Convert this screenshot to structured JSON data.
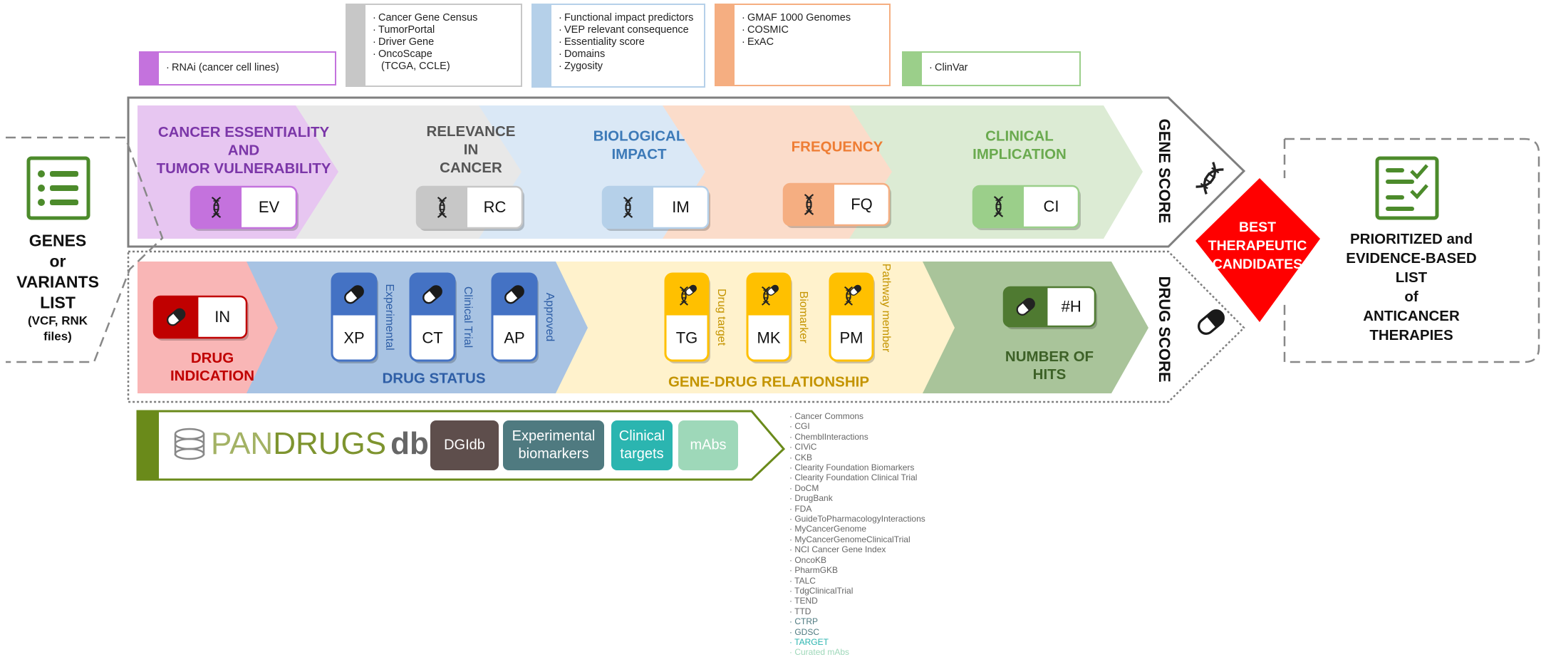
{
  "colors": {
    "ev": "#c472dd",
    "ev_bg": "#e7c6f1",
    "ev_text": "#7b36a8",
    "rc": "#c7c7c7",
    "rc_bg": "#e8e8e8",
    "rc_text": "#555555",
    "im": "#b5d0e9",
    "im_bg": "#dae8f6",
    "im_text": "#3d7ab8",
    "fq": "#f5ae81",
    "fq_bg": "#fbdcca",
    "fq_text": "#ee7d34",
    "ci": "#9bcf8a",
    "ci_bg": "#dcebd4",
    "ci_text": "#6aaa4f",
    "in_bg": "#f9b6b6",
    "in_dark": "#c00000",
    "status_bg": "#a8c3e3",
    "status_blue": "#4472c4",
    "status_text": "#2e5ea6",
    "gene_drug_bg": "#fff2cc",
    "gene_drug_yellow": "#ffc000",
    "gene_drug_text": "#c49400",
    "hits_bg": "#a9c49a",
    "hits_dark": "#4f7a31",
    "hits_text": "#3d6127",
    "best_red": "#ff0000",
    "pandrugs_green": "#6a8a1a",
    "dgidb": "#5e4e4c",
    "experimental": "#4f7a80",
    "clinical": "#2bb5b0",
    "mabs": "#9ed8b9"
  },
  "sources": {
    "ev": [
      "RNAi (cancer cell lines)"
    ],
    "rc": [
      "Cancer Gene Census",
      "TumorPortal",
      "Driver Gene",
      "OncoScape",
      "(TCGA, CCLE)"
    ],
    "im": [
      "Functional impact predictors",
      "VEP relevant consequence",
      "Essentiality score",
      "Domains",
      "Zygosity"
    ],
    "fq": [
      "GMAF 1000 Genomes",
      "COSMIC",
      "ExAC"
    ],
    "ci": [
      "ClinVar"
    ]
  },
  "input": {
    "title_lines": [
      "GENES",
      "or",
      "VARIANTS",
      "LIST"
    ],
    "subtitle_lines": [
      "(VCF, RNK",
      "files)"
    ],
    "icon": "list-icon"
  },
  "gene_score": {
    "label": "GENE SCORE",
    "icon": "dna-icon",
    "categories": [
      {
        "key": "ev",
        "title_lines": [
          "CANCER ESSENTIALITY",
          "AND",
          "TUMOR VULNERABILITY"
        ],
        "badge": "EV"
      },
      {
        "key": "rc",
        "title_lines": [
          "RELEVANCE",
          "IN",
          "CANCER"
        ],
        "badge": "RC"
      },
      {
        "key": "im",
        "title_lines": [
          "BIOLOGICAL",
          "IMPACT"
        ],
        "badge": "IM"
      },
      {
        "key": "fq",
        "title_lines": [
          "FREQUENCY"
        ],
        "badge": "FQ"
      },
      {
        "key": "ci",
        "title_lines": [
          "CLINICAL",
          "IMPLICATION"
        ],
        "badge": "CI"
      }
    ]
  },
  "drug_score": {
    "label": "DRUG SCORE",
    "icon": "pill-icon",
    "indication": {
      "title_lines": [
        "DRUG",
        "INDICATION"
      ],
      "badge": "IN"
    },
    "status": {
      "title": "DRUG STATUS",
      "items": [
        {
          "badge": "XP",
          "label": "Experimental"
        },
        {
          "badge": "CT",
          "label": "Clinical Trial"
        },
        {
          "badge": "AP",
          "label": "Approved"
        }
      ]
    },
    "relationship": {
      "title": "GENE-DRUG RELATIONSHIP",
      "items": [
        {
          "badge": "TG",
          "label": "Drug target"
        },
        {
          "badge": "MK",
          "label": "Biomarker"
        },
        {
          "badge": "PM",
          "label": "Pathway member"
        }
      ]
    },
    "hits": {
      "title_lines": [
        "NUMBER OF",
        "HITS"
      ],
      "badge": "#H"
    }
  },
  "best": {
    "lines": [
      "BEST",
      "THERAPEUTIC",
      "CANDIDATES"
    ]
  },
  "output": {
    "lines": [
      "PRIORITIZED and",
      "EVIDENCE-BASED",
      "LIST",
      "of",
      "ANTICANCER",
      "THERAPIES"
    ],
    "icon": "checklist-icon"
  },
  "pandrugs": {
    "logo_pan": "PAN",
    "logo_drugs": "DRUGS",
    "logo_db": "db",
    "buttons": [
      {
        "label_lines": [
          "DGIdb"
        ]
      },
      {
        "label_lines": [
          "Experimental",
          "biomarkers"
        ]
      },
      {
        "label_lines": [
          "Clinical",
          "targets"
        ]
      },
      {
        "label_lines": [
          "mAbs"
        ]
      }
    ]
  },
  "db_list": [
    {
      "name": "Cancer Commons",
      "color": "#666666"
    },
    {
      "name": "CGI",
      "color": "#666666"
    },
    {
      "name": "ChemblInteractions",
      "color": "#666666"
    },
    {
      "name": "CIViC",
      "color": "#666666"
    },
    {
      "name": "CKB",
      "color": "#666666"
    },
    {
      "name": "Clearity Foundation Biomarkers",
      "color": "#666666"
    },
    {
      "name": "Clearity Foundation Clinical Trial",
      "color": "#666666"
    },
    {
      "name": "DoCM",
      "color": "#666666"
    },
    {
      "name": "DrugBank",
      "color": "#666666"
    },
    {
      "name": "FDA",
      "color": "#666666"
    },
    {
      "name": "GuideToPharmacologyInteractions",
      "color": "#666666"
    },
    {
      "name": "MyCancerGenome",
      "color": "#666666"
    },
    {
      "name": "MyCancerGenomeClinicalTrial",
      "color": "#666666"
    },
    {
      "name": "NCI Cancer Gene Index",
      "color": "#666666"
    },
    {
      "name": "OncoKB",
      "color": "#666666"
    },
    {
      "name": "PharmGKB",
      "color": "#666666"
    },
    {
      "name": "TALC",
      "color": "#666666"
    },
    {
      "name": "TdgClinicalTrial",
      "color": "#666666"
    },
    {
      "name": "TEND",
      "color": "#666666"
    },
    {
      "name": "TTD",
      "color": "#666666"
    },
    {
      "name": "CTRP",
      "color": "#4f7a80"
    },
    {
      "name": "GDSC",
      "color": "#4f7a80"
    },
    {
      "name": "TARGET",
      "color": "#2bb5b0"
    },
    {
      "name": "Curated mAbs",
      "color": "#9ed8b9"
    }
  ]
}
